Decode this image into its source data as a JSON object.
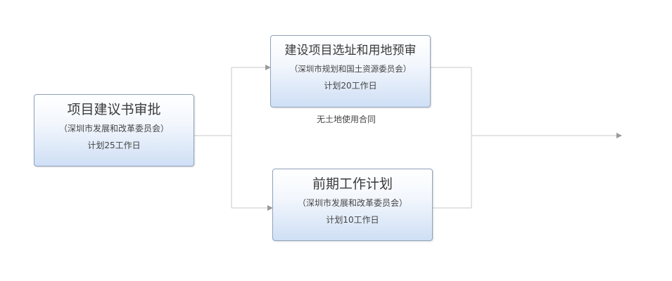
{
  "diagram": {
    "nodes": {
      "approval": {
        "title": "项目建议书审批",
        "org": "（深圳市发展和改革委员会）",
        "plan": "计划25工作日"
      },
      "site": {
        "title": "建设项目选址和用地预审",
        "org": "（深圳市规划和国土资源委员会）",
        "plan": "计划20工作日"
      },
      "prework": {
        "title": "前期工作计划",
        "org": "（深圳市发展和改革委员会）",
        "plan": "计划10工作日"
      }
    },
    "edge_label": "无土地使用合同",
    "colors": {
      "connector": "#c8c8c8",
      "arrow": "#9a9a9a",
      "node_border": "#8fa3bd",
      "node_fill_bottom": "#cfdff5"
    }
  }
}
